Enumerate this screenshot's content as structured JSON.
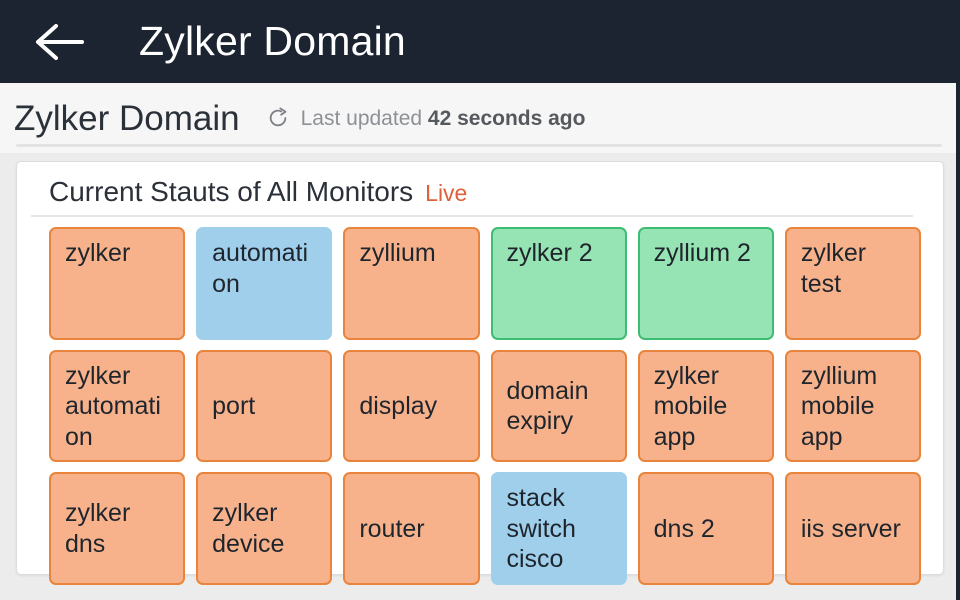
{
  "appbar": {
    "back_icon": "arrow-left-icon",
    "title": "Zylker Domain"
  },
  "subheader": {
    "title": "Zylker Domain",
    "refresh_icon": "refresh-icon",
    "updated_prefix": "Last updated",
    "updated_value": "42 seconds ago"
  },
  "card": {
    "title": "Current Stauts of All Monitors",
    "live_label": "Live"
  },
  "colors": {
    "appbar_bg": "#1c2431",
    "page_bg": "#ececec",
    "card_bg": "#ffffff",
    "live_accent": "#e0603a",
    "down_fill": "#f7b28c",
    "down_border": "#e8843c",
    "up_fill": "#96e3b4",
    "up_border": "#3dbd73",
    "suspended_fill": "#a0cfec"
  },
  "monitors": [
    {
      "name": "zylker",
      "status": "down",
      "align": "top"
    },
    {
      "name": "automation",
      "status": "suspended",
      "align": "top"
    },
    {
      "name": "zyllium",
      "status": "down",
      "align": "top"
    },
    {
      "name": "zylker 2",
      "status": "up",
      "align": "top"
    },
    {
      "name": "zyllium 2",
      "status": "up",
      "align": "top"
    },
    {
      "name": "zylker test",
      "status": "down",
      "align": "top"
    },
    {
      "name": "zylker automation",
      "status": "down",
      "align": "top"
    },
    {
      "name": "port",
      "status": "down",
      "align": "center"
    },
    {
      "name": "display",
      "status": "down",
      "align": "center"
    },
    {
      "name": "domain expiry",
      "status": "down",
      "align": "center"
    },
    {
      "name": "zylker mobile app",
      "status": "down",
      "align": "top"
    },
    {
      "name": "zyllium mobile app",
      "status": "down",
      "align": "top"
    },
    {
      "name": "zylker dns",
      "status": "down",
      "align": "center"
    },
    {
      "name": "zylker device",
      "status": "down",
      "align": "center"
    },
    {
      "name": "router",
      "status": "down",
      "align": "center"
    },
    {
      "name": "stack switch cisco",
      "status": "suspended",
      "align": "top"
    },
    {
      "name": "dns 2",
      "status": "down",
      "align": "center"
    },
    {
      "name": "iis server",
      "status": "down",
      "align": "center"
    }
  ]
}
